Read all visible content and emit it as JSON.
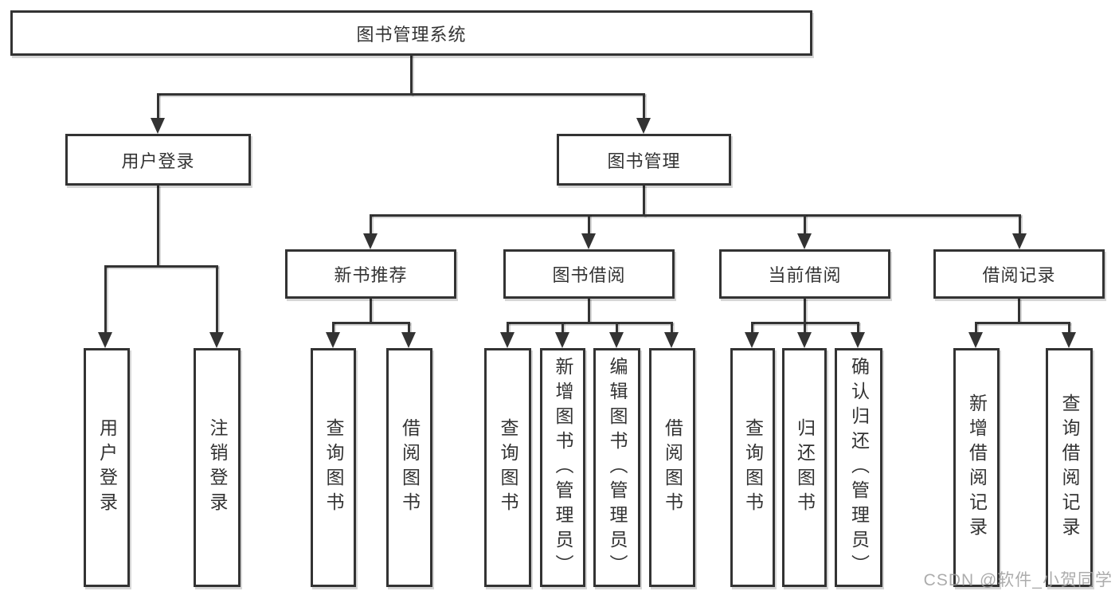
{
  "colors": {
    "line": "#333333",
    "box_border": "#333333",
    "text": "#333333",
    "background": "#ffffff",
    "watermark": "#9e9e9e"
  },
  "watermark": "CSDN @软件_小贺同学",
  "tree": {
    "label": "图书管理系统",
    "children": [
      {
        "label": "用户登录",
        "children": [
          {
            "label": "用户登录"
          },
          {
            "label": "注销登录"
          }
        ]
      },
      {
        "label": "图书管理",
        "children": [
          {
            "label": "新书推荐",
            "children": [
              {
                "label": "查询图书"
              },
              {
                "label": "借阅图书"
              }
            ]
          },
          {
            "label": "图书借阅",
            "children": [
              {
                "label": "查询图书"
              },
              {
                "label": "新增图书（管理员）"
              },
              {
                "label": "编辑图书（管理员）"
              },
              {
                "label": "借阅图书"
              }
            ]
          },
          {
            "label": "当前借阅",
            "children": [
              {
                "label": "查询图书"
              },
              {
                "label": "归还图书"
              },
              {
                "label": "确认归还（管理员）"
              }
            ]
          },
          {
            "label": "借阅记录",
            "children": [
              {
                "label": "新增借阅记录"
              },
              {
                "label": "查询借阅记录"
              }
            ]
          }
        ]
      }
    ]
  }
}
